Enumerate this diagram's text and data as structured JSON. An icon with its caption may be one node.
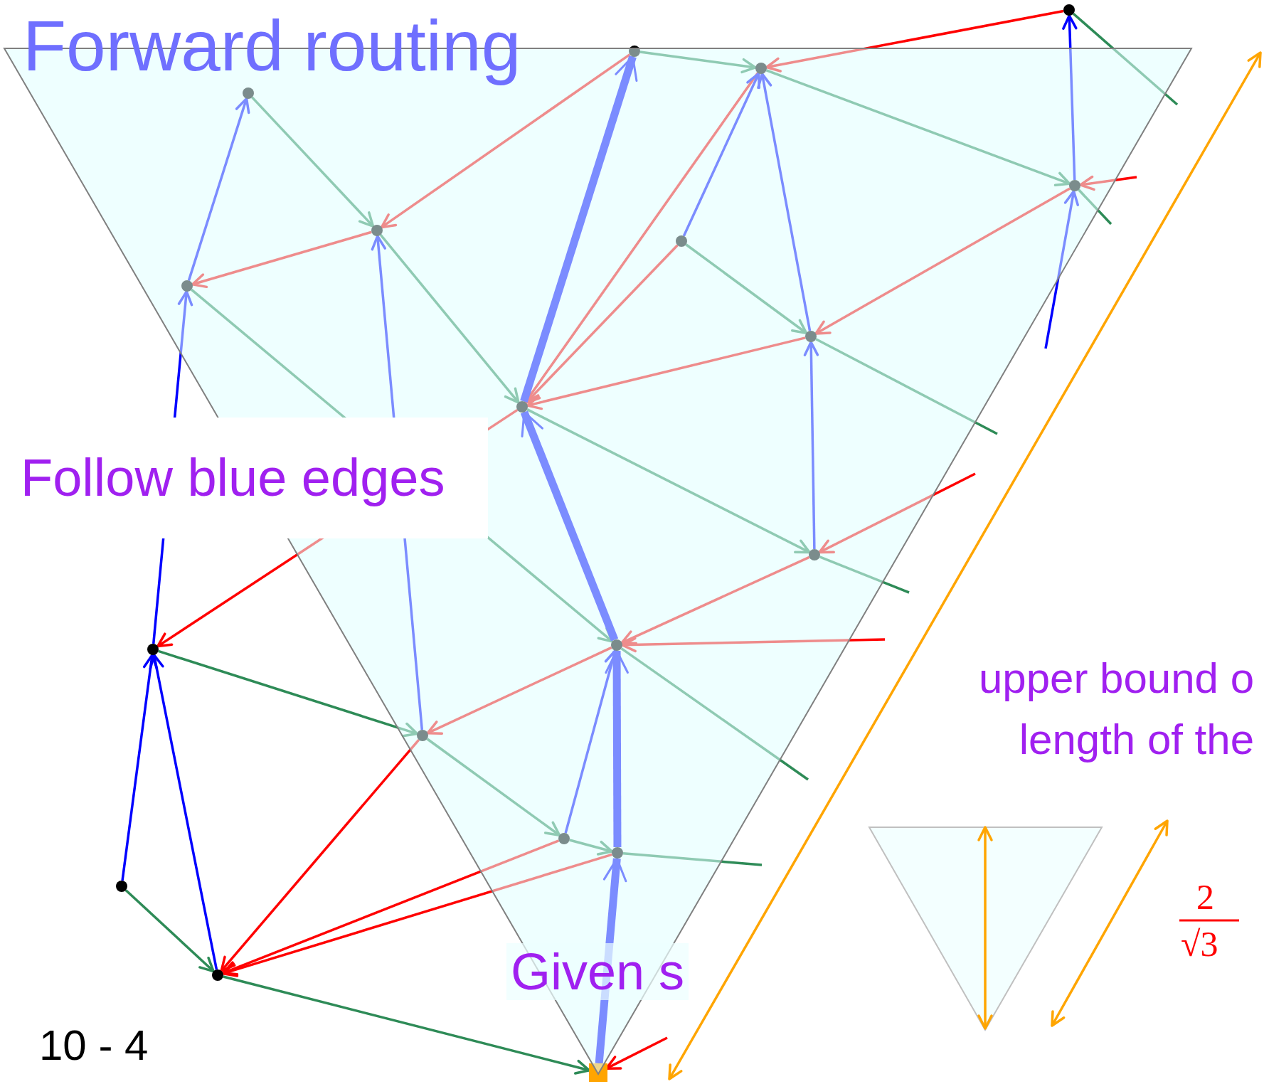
{
  "diagram": {
    "title": "Forward routing",
    "nodes": [
      {
        "text": [],
        "shape": "circle"
      },
      {
        "text": [],
        "shape": "circle"
      },
      {
        "text": [],
        "shape": "circle"
      },
      {
        "text": [],
        "shape": "circle"
      },
      {
        "text": [],
        "shape": "circle"
      },
      {
        "text": [],
        "shape": "circle"
      },
      {
        "text": [],
        "shape": "circle"
      },
      {
        "text": [],
        "shape": "circle"
      },
      {
        "text": [],
        "shape": "circle"
      },
      {
        "text": [],
        "shape": "circle"
      },
      {
        "text": [],
        "shape": "circle"
      },
      {
        "text": [],
        "shape": "circle"
      },
      {
        "text": [],
        "shape": "circle"
      },
      {
        "text": [],
        "shape": "circle"
      },
      {
        "text": [],
        "shape": "circle"
      },
      {
        "text": [],
        "shape": "circle"
      },
      {
        "text": [],
        "shape": "circle"
      },
      {
        "text": [],
        "shape": "circle"
      },
      {
        "text": [],
        "shape": "box"
      }
    ],
    "edges": [
      {
        "from": 1,
        "to": 2,
        "arrow": "to"
      },
      {
        "from": 2,
        "to": 4,
        "arrow": "to"
      },
      {
        "from": 0,
        "to": null,
        "arrow": "none"
      },
      {
        "from": 4,
        "to": null,
        "arrow": "none"
      },
      {
        "from": 3,
        "to": 5,
        "arrow": "to"
      },
      {
        "from": 5,
        "to": 9,
        "arrow": "to"
      },
      {
        "from": 7,
        "to": 11,
        "arrow": "to"
      },
      {
        "from": 6,
        "to": 8,
        "arrow": "to"
      },
      {
        "from": 8,
        "to": null,
        "arrow": "none"
      },
      {
        "from": 9,
        "to": 10,
        "arrow": "to"
      },
      {
        "from": 10,
        "to": null,
        "arrow": "none"
      },
      {
        "from": 11,
        "to": null,
        "arrow": "none"
      },
      {
        "from": 12,
        "to": 13,
        "arrow": "to"
      },
      {
        "from": 13,
        "to": 14,
        "arrow": "to"
      },
      {
        "from": 14,
        "to": 15,
        "arrow": "to"
      },
      {
        "from": 15,
        "to": null,
        "arrow": "none"
      },
      {
        "from": 16,
        "to": 17,
        "arrow": "to"
      },
      {
        "from": 17,
        "to": 18,
        "arrow": "to"
      },
      {
        "from": 1,
        "to": 5,
        "arrow": "to",
        "color": "#ff0000"
      },
      {
        "from": 0,
        "to": 2,
        "arrow": "to",
        "color": "#ff0000"
      },
      {
        "from": null,
        "to": 4,
        "arrow": "to",
        "color": "#ff0000"
      },
      {
        "from": 4,
        "to": 8,
        "arrow": "to",
        "color": "#ff0000"
      },
      {
        "from": 8,
        "to": 9,
        "arrow": "to",
        "color": "#ff0000"
      },
      {
        "from": 6,
        "to": 9,
        "arrow": "to",
        "color": "#ff0000"
      },
      {
        "from": 2,
        "to": 9,
        "arrow": "to",
        "color": "#ff0000"
      },
      {
        "from": 5,
        "to": 7,
        "arrow": "to",
        "color": "#ff0000"
      },
      {
        "from": null,
        "to": 10,
        "arrow": "to",
        "color": "#ff0000"
      },
      {
        "from": 10,
        "to": 11,
        "arrow": "to",
        "color": "#ff0000"
      },
      {
        "from": null,
        "to": 11,
        "arrow": "to",
        "color": "#ff0000"
      },
      {
        "from": 11,
        "to": 13,
        "arrow": "to",
        "color": "#ff0000"
      },
      {
        "from": 13,
        "to": 17,
        "arrow": "to",
        "color": "#ff0000"
      },
      {
        "from": 14,
        "to": 17,
        "arrow": "to",
        "color": "#ff0000"
      },
      {
        "from": 15,
        "to": 17,
        "arrow": "to",
        "color": "#ff0000"
      },
      {
        "from": null,
        "to": 18,
        "arrow": "to",
        "color": "#ff0000"
      },
      {
        "from": 9,
        "to": 12,
        "arrow": "to",
        "color": "#ff0000"
      },
      {
        "from": 18,
        "to": 15,
        "arrow": "to",
        "color": "#0000ff",
        "style": "thick"
      },
      {
        "from": 15,
        "to": 11,
        "arrow": "to",
        "color": "#0000ff",
        "style": "thick"
      },
      {
        "from": 11,
        "to": 9,
        "arrow": "to",
        "color": "#0000ff",
        "style": "thick"
      },
      {
        "from": 9,
        "to": 1,
        "arrow": "to",
        "color": "#0000ff",
        "style": "thick"
      },
      {
        "from": 14,
        "to": 11,
        "arrow": "to",
        "color": "#0000ff"
      },
      {
        "from": 13,
        "to": 5,
        "arrow": "to",
        "color": "#0000ff"
      },
      {
        "from": 16,
        "to": 12,
        "arrow": "to",
        "color": "#0000ff"
      },
      {
        "from": 17,
        "to": 12,
        "arrow": "to",
        "color": "#0000ff"
      },
      {
        "from": 12,
        "to": 7,
        "arrow": "to",
        "color": "#0000ff"
      },
      {
        "from": 7,
        "to": 3,
        "arrow": "to",
        "color": "#0000ff"
      },
      {
        "from": 6,
        "to": 2,
        "arrow": "to",
        "color": "#0000ff"
      },
      {
        "from": 8,
        "to": 2,
        "arrow": "to",
        "color": "#0000ff"
      },
      {
        "from": 10,
        "to": 8,
        "arrow": "to",
        "color": "#0000ff"
      },
      {
        "from": 4,
        "to": 0,
        "arrow": "to",
        "color": "#0000ff"
      },
      {
        "from": null,
        "to": 4,
        "arrow": "to",
        "color": "#0000ff"
      }
    ],
    "labels": [
      "Follow blue edges",
      "upper bound o",
      "length of the",
      "2",
      "√3",
      "Given s",
      "10 - 4"
    ]
  }
}
